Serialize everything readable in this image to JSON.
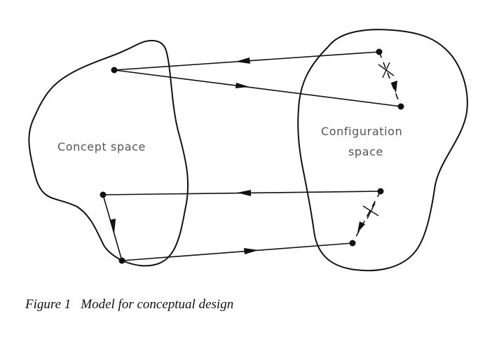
{
  "diagram": {
    "regions": [
      {
        "id": "concept",
        "label_lines": [
          "Concept space"
        ]
      },
      {
        "id": "configuration",
        "label_lines": [
          "Configuration",
          "space"
        ]
      }
    ],
    "caption": {
      "figure": "Figure 1",
      "text": "Model for conceptual design"
    }
  },
  "colors": {
    "ink": "#111111",
    "label_gray": "#555555",
    "background": "#ffffff"
  }
}
